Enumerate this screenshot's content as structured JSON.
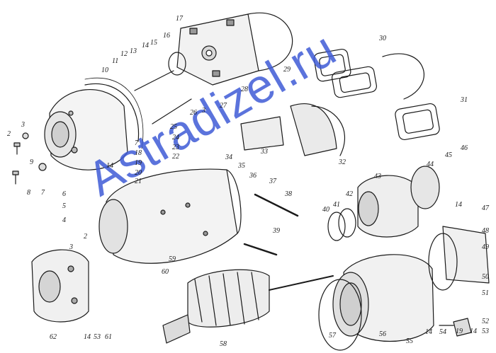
{
  "watermark": "Astradizel.ru",
  "callouts": [
    {
      "key": "c2a",
      "text": "2"
    },
    {
      "key": "c3a",
      "text": "3"
    },
    {
      "key": "c9",
      "text": "9"
    },
    {
      "key": "c8",
      "text": "8"
    },
    {
      "key": "c7a",
      "text": "7"
    },
    {
      "key": "c10",
      "text": "10"
    },
    {
      "key": "c11",
      "text": "11"
    },
    {
      "key": "c12",
      "text": "12"
    },
    {
      "key": "c13",
      "text": "13"
    },
    {
      "key": "c14a",
      "text": "14"
    },
    {
      "key": "c15",
      "text": "15"
    },
    {
      "key": "c16",
      "text": "16"
    },
    {
      "key": "c17",
      "text": "17"
    },
    {
      "key": "c28",
      "text": "28"
    },
    {
      "key": "c29",
      "text": "29"
    },
    {
      "key": "c30",
      "text": "30"
    },
    {
      "key": "c31",
      "text": "31"
    },
    {
      "key": "c26",
      "text": "26"
    },
    {
      "key": "c3b",
      "text": "3"
    },
    {
      "key": "c27",
      "text": "27"
    },
    {
      "key": "c25",
      "text": "25"
    },
    {
      "key": "c24",
      "text": "24"
    },
    {
      "key": "c7b",
      "text": "7"
    },
    {
      "key": "c23",
      "text": "23"
    },
    {
      "key": "c18",
      "text": "18"
    },
    {
      "key": "c14b",
      "text": "14"
    },
    {
      "key": "c22",
      "text": "22"
    },
    {
      "key": "c19",
      "text": "19"
    },
    {
      "key": "c20",
      "text": "20"
    },
    {
      "key": "c21",
      "text": "21"
    },
    {
      "key": "c34",
      "text": "34"
    },
    {
      "key": "c35",
      "text": "35"
    },
    {
      "key": "c36",
      "text": "36"
    },
    {
      "key": "c37",
      "text": "37"
    },
    {
      "key": "c33",
      "text": "33"
    },
    {
      "key": "c32",
      "text": "32"
    },
    {
      "key": "c44",
      "text": "44"
    },
    {
      "key": "c45",
      "text": "45"
    },
    {
      "key": "c46",
      "text": "46"
    },
    {
      "key": "c43",
      "text": "43"
    },
    {
      "key": "c42",
      "text": "42"
    },
    {
      "key": "c41",
      "text": "41"
    },
    {
      "key": "c40",
      "text": "40"
    },
    {
      "key": "c38",
      "text": "38"
    },
    {
      "key": "c39",
      "text": "39"
    },
    {
      "key": "c6",
      "text": "6"
    },
    {
      "key": "c5",
      "text": "5"
    },
    {
      "key": "c4",
      "text": "4"
    },
    {
      "key": "c3c",
      "text": "3"
    },
    {
      "key": "c2b",
      "text": "2"
    },
    {
      "key": "c59",
      "text": "59"
    },
    {
      "key": "c60",
      "text": "60"
    },
    {
      "key": "c14c",
      "text": "14"
    },
    {
      "key": "c47",
      "text": "47"
    },
    {
      "key": "c48",
      "text": "48"
    },
    {
      "key": "c49",
      "text": "49"
    },
    {
      "key": "c50",
      "text": "50"
    },
    {
      "key": "c51",
      "text": "51"
    },
    {
      "key": "c52",
      "text": "52"
    },
    {
      "key": "c53a",
      "text": "53"
    },
    {
      "key": "c14d",
      "text": "14"
    },
    {
      "key": "c19b",
      "text": "19"
    },
    {
      "key": "c62",
      "text": "62"
    },
    {
      "key": "c14e",
      "text": "14"
    },
    {
      "key": "c53b",
      "text": "53"
    },
    {
      "key": "c61",
      "text": "61"
    },
    {
      "key": "c58",
      "text": "58"
    },
    {
      "key": "c57",
      "text": "57"
    },
    {
      "key": "c56",
      "text": "56"
    },
    {
      "key": "c55",
      "text": "55"
    },
    {
      "key": "c14f",
      "text": "14"
    },
    {
      "key": "c54",
      "text": "54"
    }
  ]
}
